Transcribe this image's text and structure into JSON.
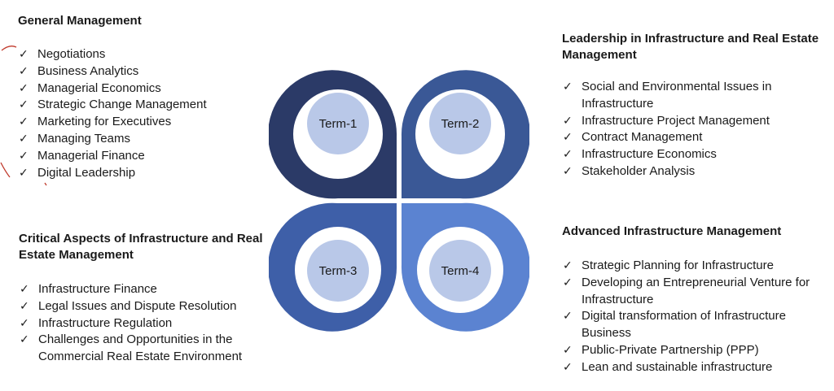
{
  "colors": {
    "term1": "#2b3a67",
    "term2": "#3a5896",
    "term3": "#3e5fa8",
    "term4": "#5b83d1",
    "inner_circle": "#b9c8e8",
    "annotation": "#c0392b"
  },
  "check_glyph": "✓",
  "terms": [
    {
      "label": "Term-1"
    },
    {
      "label": "Term-2"
    },
    {
      "label": "Term-3"
    },
    {
      "label": "Term-4"
    }
  ],
  "sections": [
    {
      "title": "General Management",
      "items": [
        "Negotiations",
        "Business Analytics",
        "Managerial Economics",
        "Strategic Change Management",
        "Marketing for Executives",
        "Managing Teams",
        "Managerial Finance",
        "Digital Leadership"
      ]
    },
    {
      "title": "Leadership in Infrastructure and Real Estate Management",
      "items": [
        "Social and Environmental Issues in Infrastructure",
        "Infrastructure Project Management",
        "Contract Management",
        "Infrastructure Economics",
        "Stakeholder Analysis"
      ]
    },
    {
      "title": "Critical Aspects of Infrastructure and Real Estate Management",
      "items": [
        "Infrastructure Finance",
        "Legal Issues and Dispute Resolution",
        "Infrastructure Regulation",
        "Challenges and Opportunities in the Commercial Real Estate Environment"
      ]
    },
    {
      "title": "Advanced Infrastructure Management",
      "items": [
        "Strategic Planning for Infrastructure",
        "Developing an Entrepreneurial Venture for Infrastructure",
        "Digital transformation of Infrastructure Business",
        "Public-Private Partnership (PPP)",
        "Lean and sustainable infrastructure"
      ]
    }
  ]
}
